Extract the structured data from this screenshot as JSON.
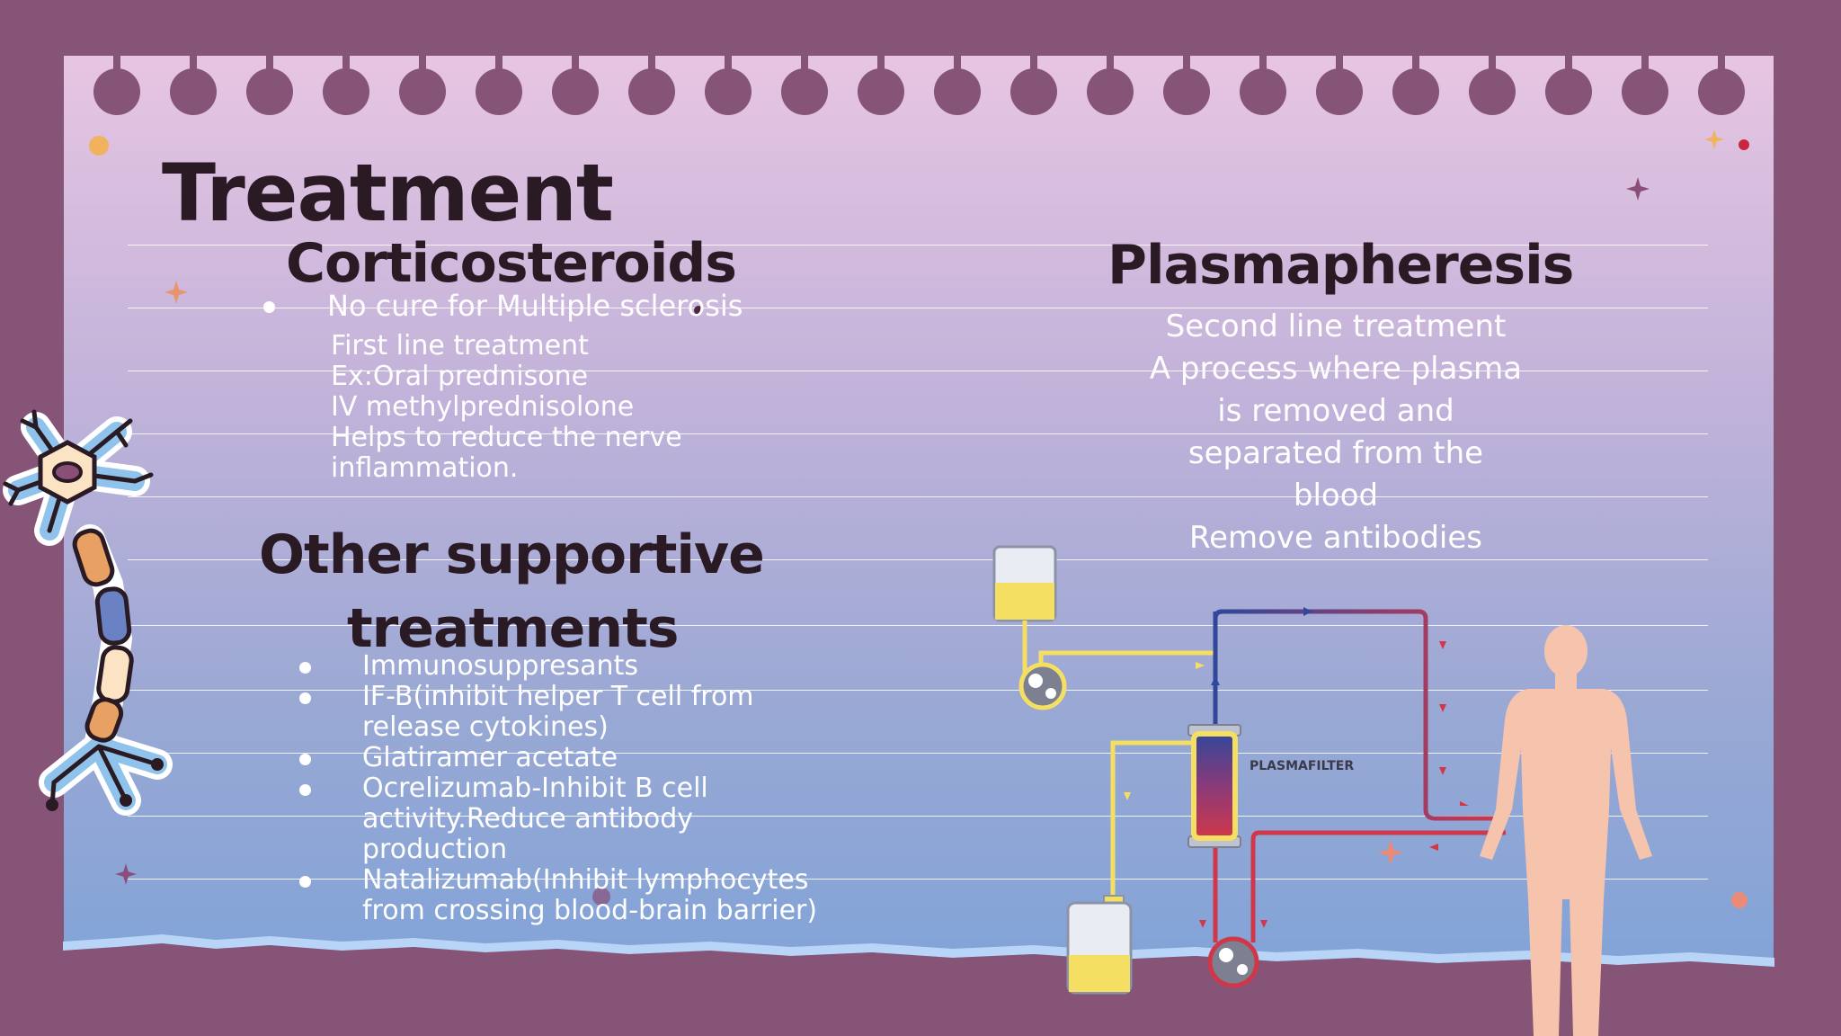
{
  "slide": {
    "title": "Treatment",
    "corticosteroids": {
      "heading": "Corticosteroids",
      "bullet": "No cure for Multiple sclerosis",
      "lines": [
        "First line treatment",
        "Ex:Oral prednisone",
        "IV  methylprednisolone",
        "Helps to reduce the nerve",
        "inflammation."
      ]
    },
    "supportive": {
      "heading_line1": "Other supportive",
      "heading_line2": "treatments",
      "items": [
        {
          "lines": [
            "Immunosuppresants"
          ]
        },
        {
          "lines": [
            "IF-B(inhibit helper T cell from",
            "release cytokines)"
          ]
        },
        {
          "lines": [
            "Glatiramer acetate"
          ]
        },
        {
          "lines": [
            "Ocrelizumab-Inhibit B cell",
            "activity.Reduce antibody",
            "production"
          ]
        },
        {
          "lines": [
            "Natalizumab(Inhibit lymphocytes",
            "from crossing blood-brain barrier)"
          ]
        }
      ]
    },
    "plasmapheresis": {
      "heading": "Plasmapheresis",
      "lines": [
        "Second line treatment",
        "A process where plasma",
        "is removed and",
        "separated from the",
        "blood",
        "Remove antibodies"
      ]
    },
    "diagram": {
      "filter_label": "PLASMAFILTER"
    },
    "colors": {
      "background": "#855477",
      "heading": "#2a1a24",
      "body_text": "#ffffff",
      "blood_red": "#d0384a",
      "vein_blue": "#33479a",
      "plasma_yellow": "#f4df62",
      "skin": "#f6c3ad"
    }
  }
}
